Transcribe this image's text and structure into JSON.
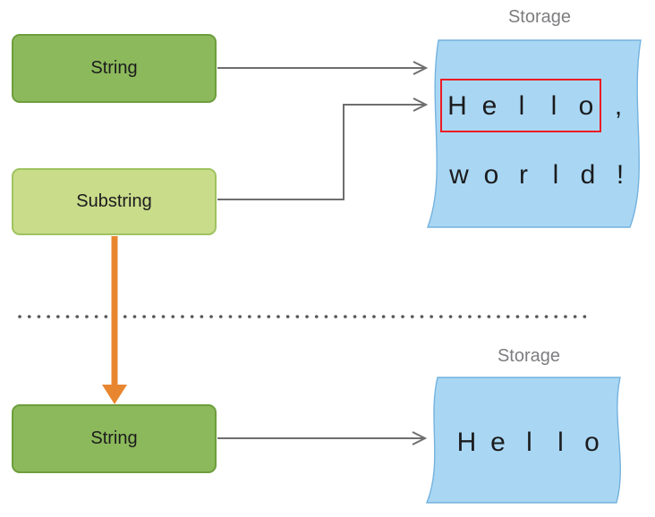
{
  "colors": {
    "string_fill": "#8cb95b",
    "string_border": "#6d9e3c",
    "substring_fill": "#c9dc8a",
    "substring_border": "#9ec360",
    "storage_fill": "#a9d7f3",
    "storage_border": "#74b2de",
    "connector": "#6e6e6e",
    "divider": "#565656",
    "orange": "#e8862f",
    "highlight_red": "#ec1c24",
    "label_gray": "#7d7d80",
    "text": "#1b1b1d"
  },
  "top": {
    "string_label": "String",
    "substring_label": "Substring",
    "storage_title": "Storage",
    "storage_line1_highlight": "Hello",
    "storage_line1_rest": ",",
    "storage_line2": "world!"
  },
  "bottom": {
    "string_label": "String",
    "storage_title": "Storage",
    "storage_line1": "Hello"
  }
}
